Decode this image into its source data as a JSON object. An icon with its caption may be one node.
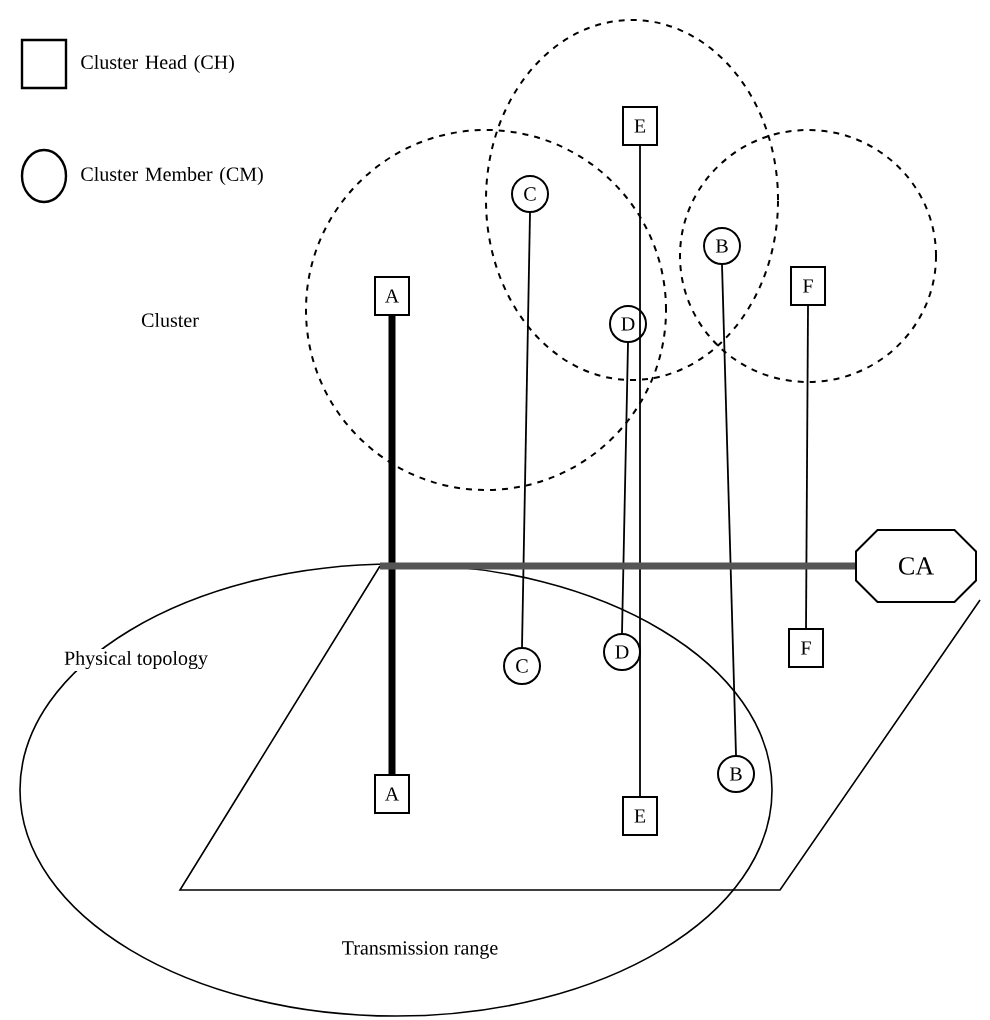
{
  "diagram": {
    "nodes": [
      {
        "text": [
          "E"
        ]
      },
      {
        "text": [
          "C"
        ]
      },
      {
        "text": [
          "B"
        ]
      },
      {
        "text": [
          "F"
        ]
      },
      {
        "text": [
          "A"
        ]
      },
      {
        "text": [
          "D"
        ]
      },
      {
        "text": [
          "CA"
        ]
      },
      {
        "text": [
          "F"
        ]
      },
      {
        "text": [
          "D"
        ]
      },
      {
        "text": [
          "C"
        ]
      },
      {
        "text": [
          "B"
        ]
      },
      {
        "text": [
          "A"
        ]
      },
      {
        "text": [
          "E"
        ]
      }
    ],
    "edges": [
      {
        "from": 4,
        "to": 11,
        "arrow": "none",
        "style": "thick"
      },
      {
        "from": 1,
        "to": 9,
        "arrow": "none"
      },
      {
        "from": 5,
        "to": 8,
        "arrow": "none"
      },
      {
        "from": 0,
        "to": 12,
        "arrow": "none"
      },
      {
        "from": 2,
        "to": 10,
        "arrow": "none"
      },
      {
        "from": 3,
        "to": 7,
        "arrow": "none"
      },
      {
        "from": null,
        "to": 6,
        "arrow": "none",
        "style": "thick",
        "color": "#555555"
      }
    ],
    "labels": [
      "Cluster",
      "Physical topology",
      "Transmission range"
    ],
    "legend": [
      {
        "text": "Cluster Head (CH)"
      },
      {
        "text": "Cluster Member (CM)"
      }
    ]
  }
}
